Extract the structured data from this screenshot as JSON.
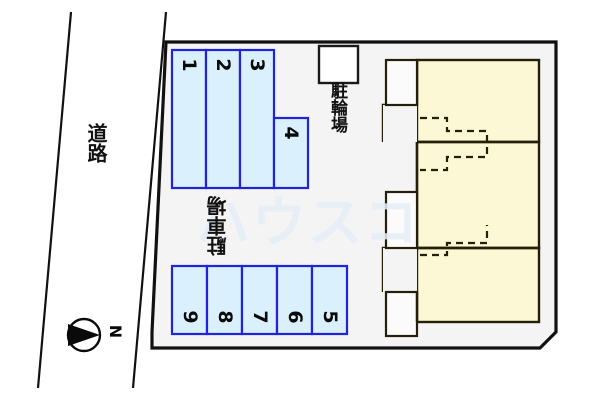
{
  "plan": {
    "title": "site-layout-plan",
    "colors": {
      "lot_fill": "#f4f4f4",
      "lot_stroke": "#111111",
      "stall_fill": "#daf0fc",
      "stall_stroke": "#2222dd",
      "building_fill": "#fcf7d4",
      "building_stroke": "#231f08",
      "balcony_fill": "#f7f7f7",
      "road_stroke": "#111111",
      "text": "#111111",
      "watermark": "#e4ecf6"
    }
  },
  "labels": {
    "road": "道路",
    "bicycle_parking": "駐輪場",
    "car_parking": "駐車場",
    "compass_north": "N"
  },
  "watermark": {
    "text": "ハウスコ"
  },
  "parking": {
    "top_row": {
      "name": "upper-parking-row",
      "stalls": [
        {
          "number": "1"
        },
        {
          "number": "2"
        },
        {
          "number": "3"
        },
        {
          "number": "4"
        }
      ]
    },
    "bottom_row": {
      "name": "lower-parking-row",
      "stalls": [
        {
          "number": "9"
        },
        {
          "number": "8"
        },
        {
          "number": "7"
        },
        {
          "number": "6"
        },
        {
          "number": "5"
        }
      ]
    }
  },
  "bicycle_parking_area": {
    "name": "bicycle-parking-box"
  },
  "building": {
    "name": "apartment-building",
    "units": 3,
    "balconies": 3
  },
  "compass": {
    "name": "compass-rose",
    "direction": "N"
  }
}
